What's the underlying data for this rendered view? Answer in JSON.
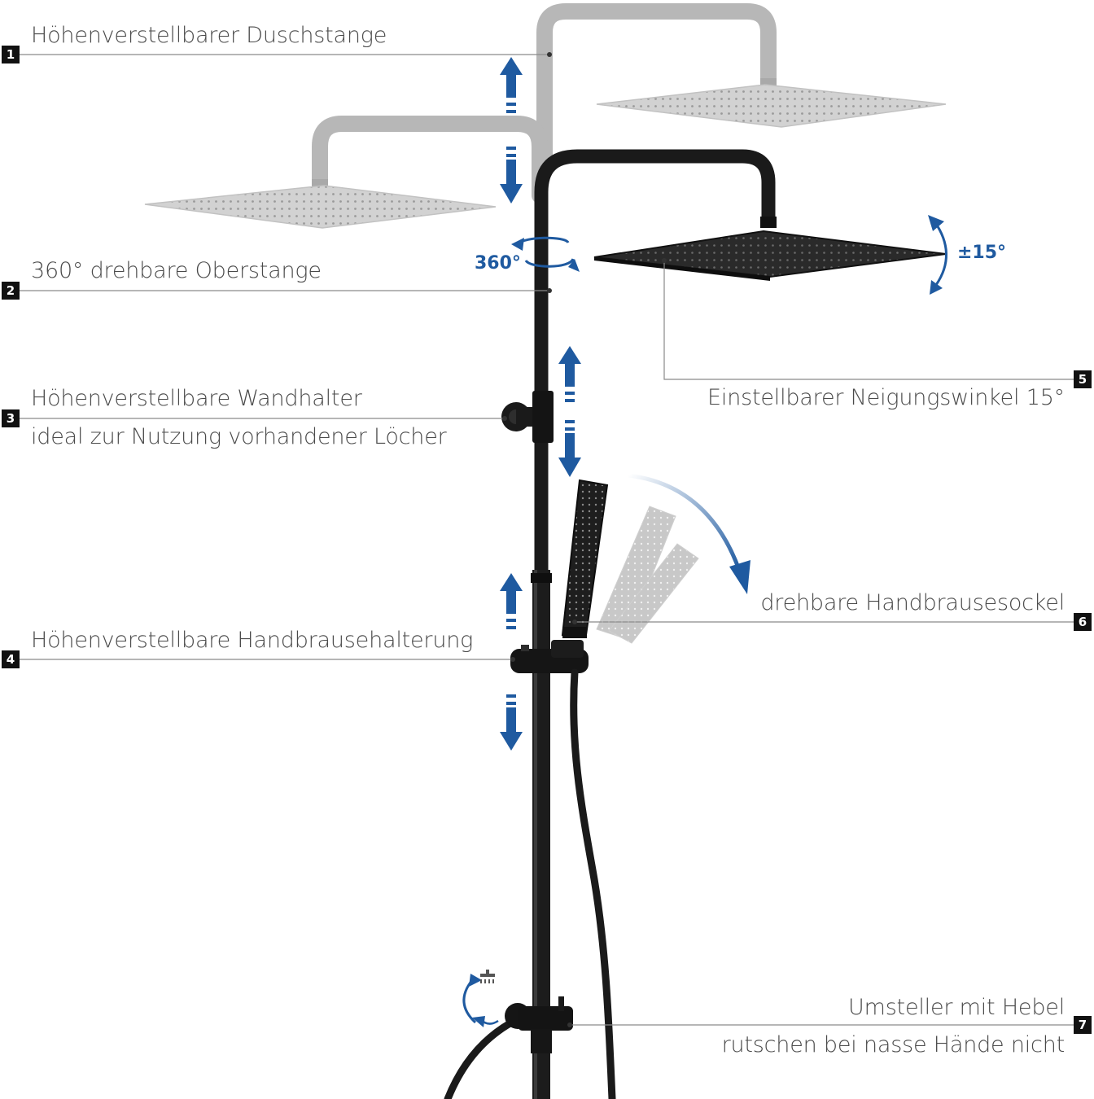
{
  "callouts": [
    {
      "number": "1",
      "lines": [
        "Höhenverstellbarer Duschstange"
      ]
    },
    {
      "number": "2",
      "lines": [
        "360° drehbare Oberstange"
      ]
    },
    {
      "number": "3",
      "lines": [
        "Höhenverstellbare Wandhalter",
        "ideal zur Nutzung vorhandener Löcher"
      ]
    },
    {
      "number": "4",
      "lines": [
        "Höhenverstellbare Handbrausehalterung"
      ]
    },
    {
      "number": "5",
      "lines": [
        "Einstellbarer Neigungswinkel 15°"
      ]
    },
    {
      "number": "6",
      "lines": [
        "drehbare Handbrausesockel"
      ]
    },
    {
      "number": "7",
      "lines": [
        "Umsteller mit Hebel",
        "rutschen bei nasse Hände nicht"
      ]
    }
  ],
  "annotations": {
    "rotation": "360°",
    "tilt": "±15°"
  },
  "icons": [
    "arrow-up-down-icon",
    "rotate-360-icon",
    "tilt-arrow-icon",
    "swivel-arrow-icon",
    "diverter-switch-icon"
  ],
  "colors": {
    "accent_blue": "#1f5aa0",
    "product_black": "#1a1a1a",
    "ghost_gray": "#b9b9b9",
    "text_gray": "#4a4a4a"
  }
}
